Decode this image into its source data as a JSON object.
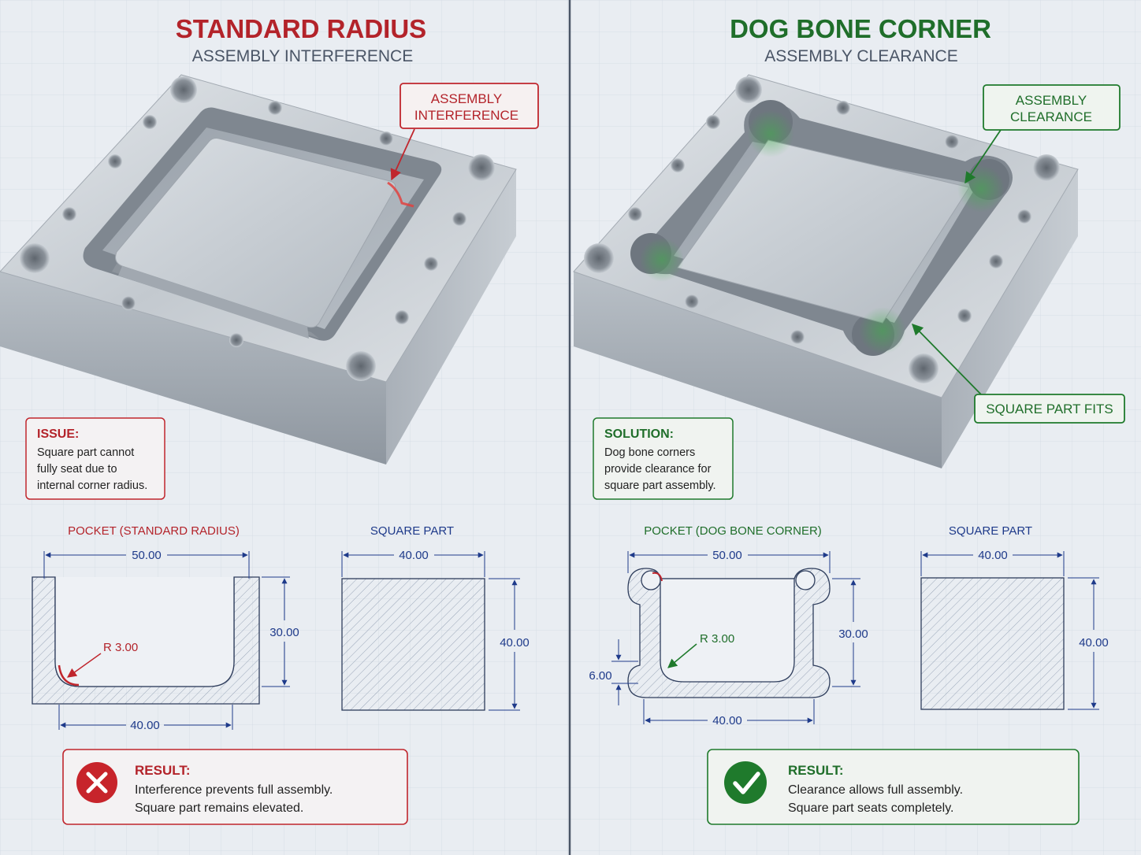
{
  "colors": {
    "red": "#b3232a",
    "green": "#1f6e2a",
    "blue": "#1e3a8a",
    "steel": "#9aa3ad"
  },
  "left": {
    "title": "STANDARD RADIUS",
    "subtitle": "ASSEMBLY INTERFERENCE",
    "callout": [
      "ASSEMBLY",
      "INTERFERENCE"
    ],
    "issue": {
      "heading": "ISSUE:",
      "lines": [
        "Square part cannot",
        "fully seat due to",
        "internal corner radius."
      ]
    },
    "pocket_label": "POCKET (STANDARD RADIUS)",
    "part_label": "SQUARE PART",
    "dims": {
      "top": "50.00",
      "bottom": "40.00",
      "height": "30.00",
      "radius": "R 3.00",
      "part_width": "40.00",
      "part_height": "40.00"
    },
    "result": {
      "heading": "RESULT:",
      "lines": [
        "Interference prevents full assembly.",
        "Square part remains elevated."
      ]
    }
  },
  "right": {
    "title": "DOG BONE CORNER",
    "subtitle": "ASSEMBLY CLEARANCE",
    "callout": [
      "ASSEMBLY",
      "CLEARANCE"
    ],
    "callout2": "SQUARE PART FITS",
    "solution": {
      "heading": "SOLUTION:",
      "lines": [
        "Dog bone corners",
        "provide clearance for",
        "square part assembly."
      ]
    },
    "pocket_label": "POCKET (DOG BONE CORNER)",
    "part_label": "SQUARE PART",
    "dims": {
      "top": "50.00",
      "bottom": "40.00",
      "height": "30.00",
      "radius": "R 3.00",
      "side": "6.00",
      "part_width": "40.00",
      "part_height": "40.00"
    },
    "result": {
      "heading": "RESULT:",
      "lines": [
        "Clearance allows full assembly.",
        "Square part seats completely."
      ]
    }
  }
}
